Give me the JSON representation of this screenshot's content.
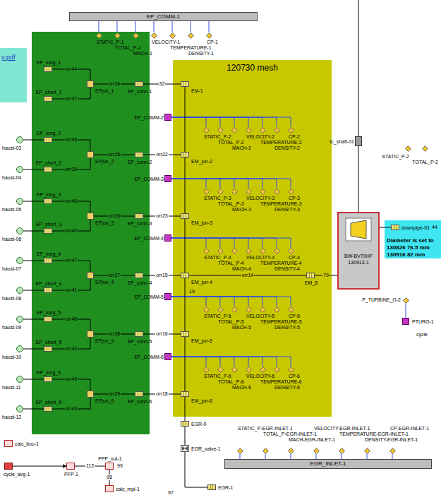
{
  "diagram": {
    "nodes": [
      {
        "text": [
          "EP_COMM-1"
        ]
      },
      {
        "text": [
          "y:pdf"
        ]
      },
      {
        "text": [
          "120730 mesh"
        ]
      },
      {
        "text": [
          "STATIC_P-1"
        ]
      },
      {
        "text": [
          "TOTAL_P-1"
        ]
      },
      {
        "text": [
          "MACH-1"
        ]
      },
      {
        "text": [
          "VELOCITY-1"
        ]
      },
      {
        "text": [
          "TEMPERATURE-1"
        ]
      },
      {
        "text": [
          "DENSITY-1"
        ]
      },
      {
        "text": [
          "CP-1"
        ]
      },
      {
        "text": [
          "EP_long_1"
        ]
      },
      {
        "text": [
          "EP_short_1"
        ]
      },
      {
        "text": [
          "EPjun_1"
        ]
      },
      {
        "text": [
          "EP_conn-1"
        ]
      },
      {
        "text": [
          "EM-1"
        ],
        "in": 2
      },
      {
        "text": [
          "EP_COMM-2"
        ]
      },
      {
        "text": [
          "STATIC_P-2"
        ],
        "in": 2
      },
      {
        "text": [
          "TOTAL_P-2"
        ],
        "in": 2
      },
      {
        "text": [
          "MACH-2"
        ],
        "in": 2
      },
      {
        "text": [
          "VELOCITY-2"
        ],
        "in": 2
      },
      {
        "text": [
          "TEMPERATURE-2"
        ],
        "in": 2
      },
      {
        "text": [
          "DENSITY-2"
        ],
        "in": 2
      },
      {
        "text": [
          "CP-2"
        ],
        "in": 2
      },
      {
        "text": [
          "haust-03"
        ]
      },
      {
        "text": [
          "haust-04"
        ]
      },
      {
        "text": [
          "EP_long_2"
        ]
      },
      {
        "text": [
          "EP_short_2"
        ]
      },
      {
        "text": [
          "EPjun_2"
        ]
      },
      {
        "text": [
          "EP_conn-2"
        ]
      },
      {
        "text": [
          "EM_jun-2"
        ],
        "in": 2
      },
      {
        "text": [
          "EP_COMM-3"
        ]
      },
      {
        "text": [
          "STATIC_P-3"
        ],
        "in": 2
      },
      {
        "text": [
          "TOTAL_P-3"
        ],
        "in": 2
      },
      {
        "text": [
          "MACH-3"
        ],
        "in": 2
      },
      {
        "text": [
          "VELOCITY-3"
        ],
        "in": 2
      },
      {
        "text": [
          "TEMPERATURE-3"
        ],
        "in": 2
      },
      {
        "text": [
          "DENSITY-3"
        ],
        "in": 2
      },
      {
        "text": [
          "CP-3"
        ],
        "in": 2
      },
      {
        "text": [
          "haust-05"
        ]
      },
      {
        "text": [
          "haust-06"
        ]
      },
      {
        "text": [
          "EP_long_3"
        ]
      },
      {
        "text": [
          "EP_short_3"
        ]
      },
      {
        "text": [
          "EPjun_3"
        ]
      },
      {
        "text": [
          "EP_conn-3"
        ]
      },
      {
        "text": [
          "EM_jun-3"
        ],
        "in": 2
      },
      {
        "text": [
          "EP_COMM-4"
        ]
      },
      {
        "text": [
          "STATIC_P-4"
        ],
        "in": 2
      },
      {
        "text": [
          "TOTAL_P-4"
        ],
        "in": 2
      },
      {
        "text": [
          "MACH-4"
        ],
        "in": 2
      },
      {
        "text": [
          "VELOCITY-4"
        ],
        "in": 2
      },
      {
        "text": [
          "TEMPERATURE-4"
        ],
        "in": 2
      },
      {
        "text": [
          "DENSITY-4"
        ],
        "in": 2
      },
      {
        "text": [
          "CP-4"
        ],
        "in": 2
      },
      {
        "text": [
          "haust-07"
        ]
      },
      {
        "text": [
          "haust-08"
        ]
      },
      {
        "text": [
          "EP_long_4"
        ]
      },
      {
        "text": [
          "EP_short_4"
        ]
      },
      {
        "text": [
          "EPjun_4"
        ]
      },
      {
        "text": [
          "EP_conn-4"
        ]
      },
      {
        "text": [
          "EM_jun-4"
        ],
        "in": 2
      },
      {
        "text": [
          "EP_COMM-5"
        ]
      },
      {
        "text": [
          "STATIC_P-5"
        ],
        "in": 2
      },
      {
        "text": [
          "TOTAL_P-5"
        ],
        "in": 2
      },
      {
        "text": [
          "MACH-5"
        ],
        "in": 2
      },
      {
        "text": [
          "VELOCITY-5"
        ],
        "in": 2
      },
      {
        "text": [
          "TEMPERATURE-5"
        ],
        "in": 2
      },
      {
        "text": [
          "DENSITY-5"
        ],
        "in": 2
      },
      {
        "text": [
          "CP-5"
        ],
        "in": 2
      },
      {
        "text": [
          "haust-09"
        ]
      },
      {
        "text": [
          "haust-10"
        ]
      },
      {
        "text": [
          "EP_long_5"
        ]
      },
      {
        "text": [
          "EP_short_5"
        ]
      },
      {
        "text": [
          "EPjun_5"
        ]
      },
      {
        "text": [
          "EP_conn-5"
        ]
      },
      {
        "text": [
          "EM_jun-5"
        ],
        "in": 2
      },
      {
        "text": [
          "EP_COMM-6"
        ]
      },
      {
        "text": [
          "STATIC_P-6"
        ],
        "in": 2
      },
      {
        "text": [
          "TOTAL_P-6"
        ],
        "in": 2
      },
      {
        "text": [
          "MACH-6"
        ],
        "in": 2
      },
      {
        "text": [
          "VELOCITY-6"
        ],
        "in": 2
      },
      {
        "text": [
          "TEMPERATURE-6"
        ],
        "in": 2
      },
      {
        "text": [
          "DENSITY-6"
        ],
        "in": 2
      },
      {
        "text": [
          "CP-6"
        ],
        "in": 2
      },
      {
        "text": [
          "haust-11"
        ]
      },
      {
        "text": [
          "haust-12"
        ]
      },
      {
        "text": [
          "EP_long_6"
        ]
      },
      {
        "text": [
          "EP_short_6"
        ]
      },
      {
        "text": [
          "EPjun_6"
        ]
      },
      {
        "text": [
          "EP_conn-6"
        ]
      },
      {
        "text": [
          "EM_jun-6"
        ],
        "in": 2
      },
      {
        "text": [
          "EM_8"
        ],
        "in": 2
      },
      {
        "text": [
          "tc_shaft-01"
        ]
      },
      {
        "text": [
          "BW-BV70HF 130913-1"
        ]
      },
      {
        "text": [
          "STATIC_P-2"
        ]
      },
      {
        "text": [
          "TOTAL_P-2"
        ]
      },
      {
        "text": [
          "Diameter is set to 130826 76.5 mm 130916 82 mm"
        ]
      },
      {
        "text": [
          "downpipe-01"
        ],
        "in": 95
      },
      {
        "text": [
          "P_TURBINE_O-2"
        ]
      },
      {
        "text": [
          "PTURO-1"
        ]
      },
      {
        "text": [
          "EGR-0"
        ]
      },
      {
        "text": [
          "STATIC_P-EGR-INLET-1"
        ]
      },
      {
        "text": [
          "TOTAL_P-EGR-INLET-1"
        ]
      },
      {
        "text": [
          "MACH-EGR-INLET-1"
        ]
      },
      {
        "text": [
          "VELOCITY-EGR-INLET-1"
        ]
      },
      {
        "text": [
          "TEMPERATURE-EGR-INLET-1"
        ]
      },
      {
        "text": [
          "DENSITY-EGR-INLET-1"
        ]
      },
      {
        "text": [
          "CP-EGR-INLET-1"
        ]
      },
      {
        "text": [
          "EGR_valve-1"
        ]
      },
      {
        "text": [
          "EGR_INLET-1"
        ]
      },
      {
        "text": [
          "EGR-1"
        ]
      },
      {
        "text": [
          "calc_boc-1"
        ]
      },
      {
        "text": [
          "cycle_avg-1"
        ]
      },
      {
        "text": [
          "PFP-1"
        ]
      },
      {
        "text": [
          "PFP_out-1"
        ]
      },
      {
        "text": [
          "calc_mpi-1"
        ]
      }
    ],
    "edges": [
      {
        "from": 3,
        "to": 0,
        "arrow": "none"
      },
      {
        "from": 4,
        "to": 0,
        "arrow": "none"
      },
      {
        "from": 5,
        "to": 0,
        "arrow": "none"
      },
      {
        "from": 6,
        "to": 0,
        "arrow": "none"
      },
      {
        "from": 7,
        "to": 0,
        "arrow": "none"
      },
      {
        "from": 8,
        "to": 0,
        "arrow": "none"
      },
      {
        "from": 9,
        "to": 0,
        "arrow": "none"
      },
      {
        "from": 10,
        "to": 12,
        "label": "orr44",
        "arrow": "none"
      },
      {
        "from": 11,
        "to": 12,
        "label": "orr37",
        "arrow": "none"
      },
      {
        "from": 12,
        "to": 13,
        "label": "orr24",
        "arrow": "none"
      },
      {
        "from": 13,
        "to": 14,
        "label": "32",
        "arrow": "none"
      },
      {
        "from": 16,
        "to": 15,
        "arrow": "none"
      },
      {
        "from": 17,
        "to": 15,
        "arrow": "none"
      },
      {
        "from": 18,
        "to": 15,
        "arrow": "none"
      },
      {
        "from": 19,
        "to": 15,
        "arrow": "none"
      },
      {
        "from": 20,
        "to": 15,
        "arrow": "none"
      },
      {
        "from": 21,
        "to": 15,
        "arrow": "none"
      },
      {
        "from": 22,
        "to": 15,
        "arrow": "none"
      },
      {
        "from": 23,
        "to": 25,
        "arrow": "none"
      },
      {
        "from": 24,
        "to": 26,
        "arrow": "none"
      },
      {
        "from": 25,
        "to": 27,
        "label": "orr45",
        "arrow": "none"
      },
      {
        "from": 26,
        "to": 27,
        "label": "orr39",
        "arrow": "none"
      },
      {
        "from": 27,
        "to": 28,
        "label": "orr25",
        "arrow": "none"
      },
      {
        "from": 28,
        "to": 29,
        "label": "orr22",
        "arrow": "none"
      },
      {
        "from": 14,
        "to": 29,
        "arrow": "none"
      },
      {
        "from": 31,
        "to": 30,
        "arrow": "none"
      },
      {
        "from": 32,
        "to": 30,
        "arrow": "none"
      },
      {
        "from": 33,
        "to": 30,
        "arrow": "none"
      },
      {
        "from": 34,
        "to": 30,
        "arrow": "none"
      },
      {
        "from": 35,
        "to": 30,
        "arrow": "none"
      },
      {
        "from": 36,
        "to": 30,
        "arrow": "none"
      },
      {
        "from": 37,
        "to": 30,
        "arrow": "none"
      },
      {
        "from": 38,
        "to": 40,
        "arrow": "none"
      },
      {
        "from": 39,
        "to": 41,
        "arrow": "none"
      },
      {
        "from": 40,
        "to": 42,
        "label": "orr46",
        "arrow": "none"
      },
      {
        "from": 41,
        "to": 42,
        "label": "orr40",
        "arrow": "none"
      },
      {
        "from": 42,
        "to": 43,
        "label": "orr26",
        "arrow": "none"
      },
      {
        "from": 43,
        "to": 44,
        "label": "orr23",
        "arrow": "none"
      },
      {
        "from": 29,
        "to": 44,
        "arrow": "none"
      },
      {
        "from": 46,
        "to": 45,
        "arrow": "none"
      },
      {
        "from": 47,
        "to": 45,
        "arrow": "none"
      },
      {
        "from": 48,
        "to": 45,
        "arrow": "none"
      },
      {
        "from": 49,
        "to": 45,
        "arrow": "none"
      },
      {
        "from": 50,
        "to": 45,
        "arrow": "none"
      },
      {
        "from": 51,
        "to": 45,
        "arrow": "none"
      },
      {
        "from": 52,
        "to": 45,
        "arrow": "none"
      },
      {
        "from": 53,
        "to": 55,
        "arrow": "none"
      },
      {
        "from": 54,
        "to": 56,
        "arrow": "none"
      },
      {
        "from": 55,
        "to": 57,
        "label": "orr47",
        "arrow": "none"
      },
      {
        "from": 56,
        "to": 57,
        "label": "orr41",
        "arrow": "none"
      },
      {
        "from": 57,
        "to": 58,
        "label": "orr27",
        "arrow": "none"
      },
      {
        "from": 58,
        "to": 59,
        "label": "orr15",
        "arrow": "none"
      },
      {
        "from": 44,
        "to": 59,
        "arrow": "none"
      },
      {
        "from": 61,
        "to": 60,
        "arrow": "none"
      },
      {
        "from": 62,
        "to": 60,
        "arrow": "none"
      },
      {
        "from": 63,
        "to": 60,
        "arrow": "none"
      },
      {
        "from": 64,
        "to": 60,
        "arrow": "none"
      },
      {
        "from": 65,
        "to": 60,
        "arrow": "none"
      },
      {
        "from": 66,
        "to": 60,
        "arrow": "none"
      },
      {
        "from": 67,
        "to": 60,
        "arrow": "none"
      },
      {
        "from": 68,
        "to": 70,
        "arrow": "none"
      },
      {
        "from": 69,
        "to": 71,
        "arrow": "none"
      },
      {
        "from": 70,
        "to": 72,
        "label": "orr48",
        "arrow": "none"
      },
      {
        "from": 71,
        "to": 72,
        "label": "orr42",
        "arrow": "none"
      },
      {
        "from": 72,
        "to": 73,
        "label": "orr28",
        "arrow": "none"
      },
      {
        "from": 73,
        "to": 74,
        "label": "orr16",
        "arrow": "none"
      },
      {
        "from": 59,
        "to": 74,
        "arrow": "none"
      },
      {
        "from": 76,
        "to": 75,
        "arrow": "none"
      },
      {
        "from": 77,
        "to": 75,
        "arrow": "none"
      },
      {
        "from": 78,
        "to": 75,
        "arrow": "none"
      },
      {
        "from": 79,
        "to": 75,
        "arrow": "none"
      },
      {
        "from": 80,
        "to": 75,
        "arrow": "none"
      },
      {
        "from": 81,
        "to": 75,
        "arrow": "none"
      },
      {
        "from": 82,
        "to": 75,
        "arrow": "none"
      },
      {
        "from": 83,
        "to": 85,
        "arrow": "none"
      },
      {
        "from": 84,
        "to": 86,
        "arrow": "none"
      },
      {
        "from": 85,
        "to": 87,
        "label": "orr49",
        "arrow": "none"
      },
      {
        "from": 86,
        "to": 87,
        "label": "orr43",
        "arrow": "none"
      },
      {
        "from": 87,
        "to": 88,
        "label": "orr29",
        "arrow": "none"
      },
      {
        "from": 88,
        "to": 89,
        "label": "orr18",
        "arrow": "none"
      },
      {
        "from": 74,
        "to": 89,
        "arrow": "none"
      },
      {
        "from": 59,
        "to": 90,
        "label": "orr14",
        "arrow": "none"
      },
      {
        "from": 90,
        "to": 92,
        "label": "79",
        "arrow": "none"
      },
      {
        "from": 91,
        "to": 92,
        "arrow": "none"
      },
      {
        "from": 92,
        "to": 96,
        "arrow": "none"
      },
      {
        "from": 97,
        "to": 98,
        "arrow": "none"
      },
      {
        "from": 89,
        "to": 99,
        "arrow": "none"
      },
      {
        "from": 100,
        "to": 108,
        "arrow": "none"
      },
      {
        "from": 101,
        "to": 108,
        "arrow": "none"
      },
      {
        "from": 102,
        "to": 108,
        "arrow": "none"
      },
      {
        "from": 103,
        "to": 108,
        "arrow": "none"
      },
      {
        "from": 104,
        "to": 108,
        "arrow": "none"
      },
      {
        "from": 105,
        "to": 108,
        "arrow": "none"
      },
      {
        "from": 106,
        "to": 108,
        "arrow": "none"
      },
      {
        "from": 99,
        "to": 107,
        "arrow": "none"
      },
      {
        "from": 107,
        "to": 109,
        "arrow": "none"
      },
      {
        "from": 111,
        "to": 112,
        "arrow": "to"
      },
      {
        "from": 112,
        "to": 113,
        "label": "112",
        "arrow": "none"
      },
      {
        "from": 113,
        "to": 114,
        "label": "98",
        "arrow": "none"
      }
    ],
    "labels": [
      "44",
      "19",
      "99",
      "97",
      "cycle"
    ]
  }
}
